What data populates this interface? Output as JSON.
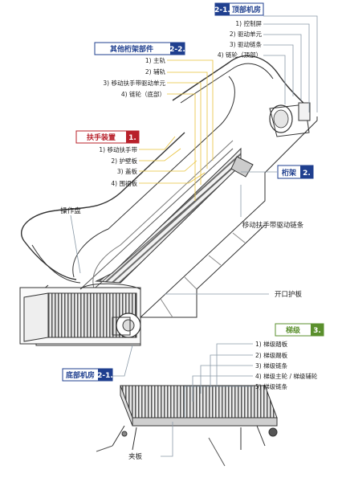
{
  "colors": {
    "blue": "#1f3f8f",
    "red": "#b8202a",
    "green": "#5a8f2c",
    "leader_yellow": "#e8c23a",
    "leader_grey": "#8a9aa8",
    "line": "#333333"
  },
  "groups": {
    "top_machine_room": {
      "num": "2-1.",
      "title": "顶部机房",
      "items": [
        "1) 控制屏",
        "2) 驱动单元",
        "3) 驱动链条",
        "4) 链轮（顶部）"
      ]
    },
    "other_truss": {
      "num": "2-2.",
      "title": "其他桁架部件",
      "items": [
        "1) 主轨",
        "2) 辅轨",
        "3) 移动扶手带驱动单元",
        "4) 链轮（底部）"
      ]
    },
    "handrail": {
      "num": "1.",
      "title": "扶手装置",
      "items": [
        "1) 移动扶手带",
        "2) 护壁板",
        "3) 盖板",
        "4) 围裙板"
      ]
    },
    "truss": {
      "num": "2.",
      "title": "桁架"
    },
    "steps": {
      "num": "3.",
      "title": "梯级",
      "items": [
        "1) 梯级踏板",
        "2) 梯级踢板",
        "3) 梯级链条",
        "4) 梯级主轮 / 梯级辅轮",
        "5) 梯级链条"
      ]
    },
    "bottom_machine_room": {
      "num": "2-1.",
      "title": "底部机房"
    }
  },
  "labels": {
    "operation_panel": "操作盘",
    "handrail_chain": "移动扶手带驱动链条",
    "opening_guard": "开口护板",
    "comb_plate": "夹板"
  }
}
